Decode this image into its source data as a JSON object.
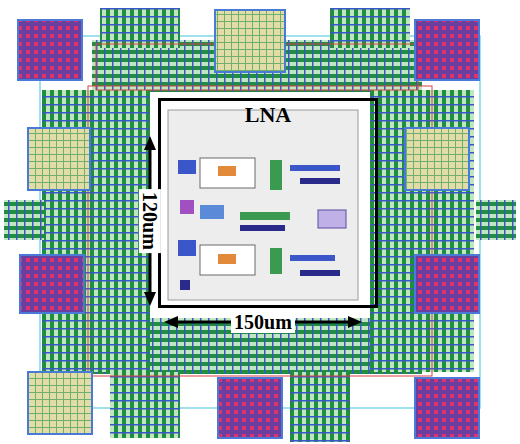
{
  "diagram": {
    "nodes": [
      {
        "text": [
          "LNA"
        ]
      }
    ],
    "labels": [
      "120um",
      "150um"
    ]
  }
}
